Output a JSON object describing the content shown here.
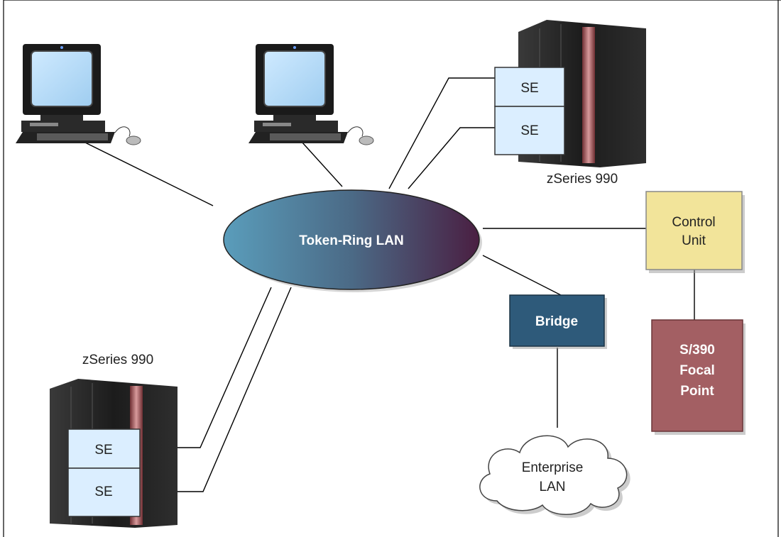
{
  "lan": {
    "label": "Token-Ring LAN"
  },
  "top_server": {
    "caption": "zSeries 990",
    "se1": "SE",
    "se2": "SE"
  },
  "bottom_server": {
    "caption": "zSeries 990",
    "se1": "SE",
    "se2": "SE"
  },
  "control_unit": {
    "line1": "Control",
    "line2": "Unit"
  },
  "bridge": {
    "label": "Bridge"
  },
  "focal_point": {
    "line1": "S/390",
    "line2": "Focal",
    "line3": "Point"
  },
  "enterprise_lan": {
    "line1": "Enterprise",
    "line2": "LAN"
  },
  "colors": {
    "se_fill": "#dbeeff",
    "control_unit_fill": "#f2e49a",
    "bridge_fill": "#2e5a7a",
    "focal_point_fill": "#a35f63",
    "lan_start": "#4f93b3",
    "lan_end": "#4a1f42"
  }
}
